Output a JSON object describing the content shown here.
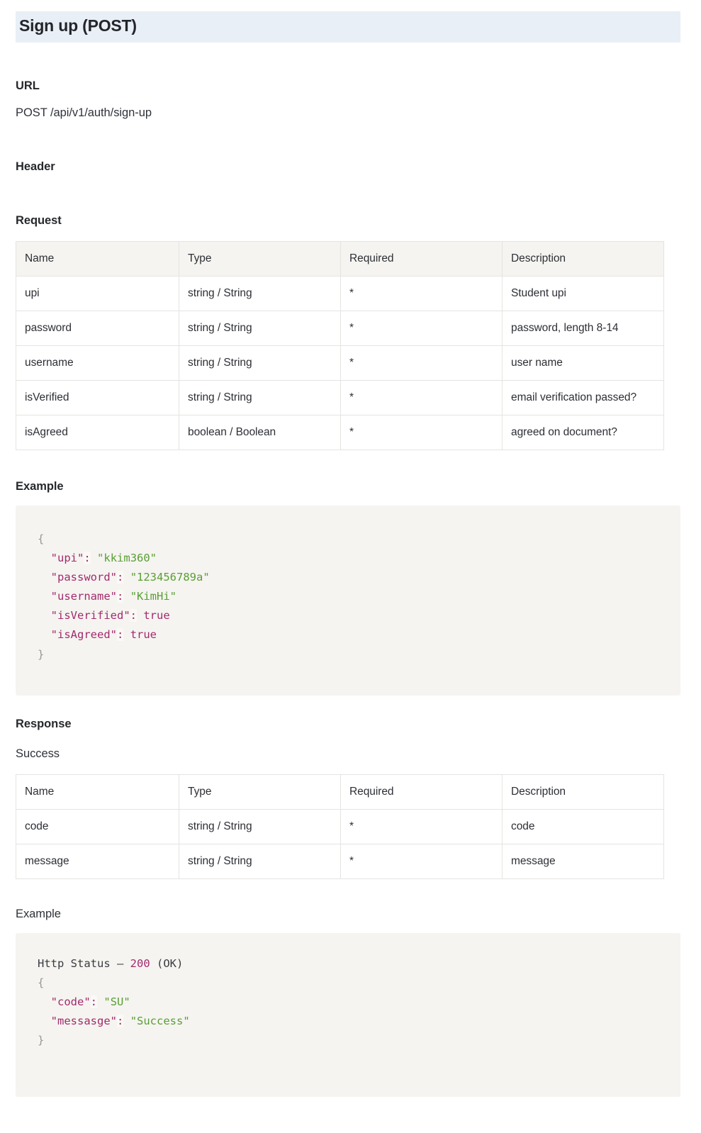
{
  "title": "Sign up (POST)",
  "sections": {
    "url_heading": "URL",
    "url_value": "POST /api/v1/auth/sign-up",
    "header_heading": "Header",
    "request_heading": "Request",
    "example_heading_1": "Example",
    "response_heading": "Response",
    "success_heading": "Success",
    "example_heading_2": "Example"
  },
  "colors": {
    "banner_background": "#e9eff6",
    "table_header_background": "#f5f4f0",
    "code_background": "#f5f4f0",
    "code_key": "#a32a6e",
    "code_string": "#5a9e35",
    "code_punct": "#9b9894",
    "text": "#26282c",
    "border": "#e6e4e0"
  },
  "request_table": {
    "columns": [
      "Name",
      "Type",
      "Required",
      "Description"
    ],
    "rows": [
      {
        "name": "upi",
        "type": "string / String",
        "required": "*",
        "description": "Student upi"
      },
      {
        "name": "password",
        "type": "string / String",
        "required": "*",
        "description": "password, length 8-14"
      },
      {
        "name": "username",
        "type": "string / String",
        "required": "*",
        "description": "user name"
      },
      {
        "name": "isVerified",
        "type": "string / String",
        "required": "*",
        "description": "email verification passed?"
      },
      {
        "name": "isAgreed",
        "type": "boolean / Boolean",
        "required": "*",
        "description": "agreed on document?"
      }
    ]
  },
  "response_table": {
    "columns": [
      "Name",
      "Type",
      "Required",
      "Description"
    ],
    "rows": [
      {
        "name": "code",
        "type": "string / String",
        "required": "*",
        "description": "code"
      },
      {
        "name": "message",
        "type": "string / String",
        "required": "*",
        "description": "message"
      }
    ]
  },
  "request_example": {
    "open_brace": "{",
    "close_brace": "}",
    "lines": [
      {
        "key": "\"upi\"",
        "colon": ":",
        "value": "\"kkim360\"",
        "value_type": "string"
      },
      {
        "key": "\"password\"",
        "colon": ":",
        "value": "\"123456789a\"",
        "value_type": "string"
      },
      {
        "key": "\"username\"",
        "colon": ":",
        "value": "\"KimHi\"",
        "value_type": "string"
      },
      {
        "key": "\"isVerified\"",
        "colon": ":",
        "value": "true",
        "value_type": "boolean"
      },
      {
        "key": "\"isAgreed\"",
        "colon": ":",
        "value": "true",
        "value_type": "boolean"
      }
    ]
  },
  "response_example": {
    "status_prefix": "Http Status – ",
    "status_code": "200",
    "status_suffix": " (OK)",
    "open_brace": "{",
    "close_brace": "}",
    "lines": [
      {
        "key": "\"code\"",
        "colon": ":",
        "value": "\"SU\"",
        "value_type": "string"
      },
      {
        "key": "\"messasge\"",
        "colon": ":",
        "value": "\"Success\"",
        "value_type": "string"
      }
    ]
  }
}
